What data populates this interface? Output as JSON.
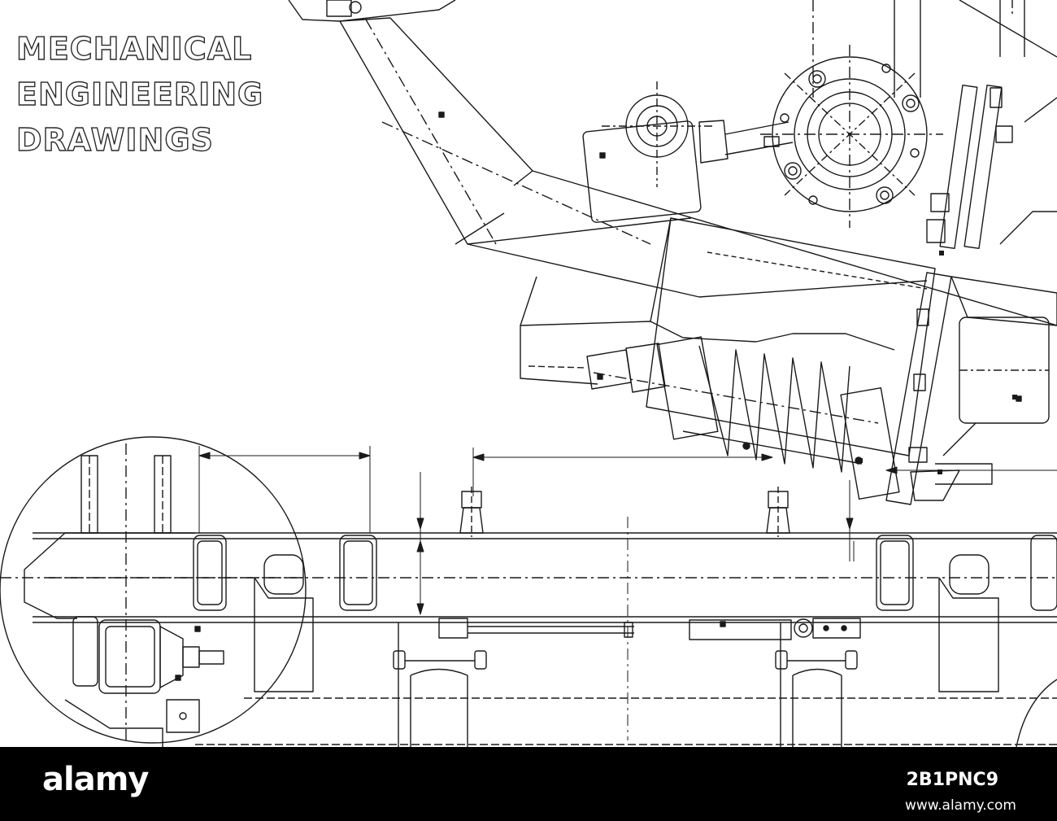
{
  "title_lines": [
    "MECHANICAL",
    "ENGINEERING",
    "DRAWINGS"
  ],
  "footer": {
    "logo": "alamy",
    "stock_id": "2B1PNC9",
    "url": "www.alamy.com"
  },
  "colors": {
    "line": "#1a1a1a",
    "background": "#ffffff",
    "footer": "#000000"
  }
}
